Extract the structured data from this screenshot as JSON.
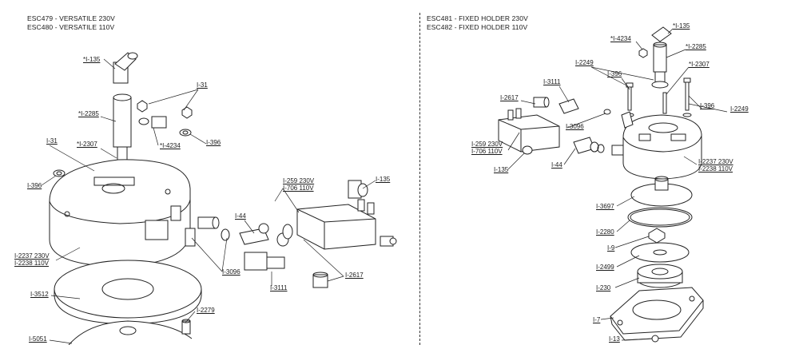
{
  "left_header": {
    "line1": "ESC479 - VERSATILE 230V",
    "line2": "ESC480 - VERSATILE 110V"
  },
  "right_header": {
    "line1": "ESC481 - FIXED HOLDER 230V",
    "line2": "ESC482 - FIXED HOLDER 110V"
  },
  "left_labels": {
    "i135_top": "*I-135",
    "i31_top": "I-31",
    "i2285": "*I-2285",
    "i4234": "*I-4234",
    "i396_right": "I-396",
    "i31_left": "I-31",
    "i2307": "*I-2307",
    "i396_left": "I-396",
    "i259_706": "I-259 230V\nI-706 110V",
    "i135_right": "I-135",
    "i44": "I-44",
    "i3096": "I-3096",
    "i3111": "I-3111",
    "i2617": "I-2617",
    "i2237_2238": "I-2237 230V\nI-2238 110V",
    "i3512": "I-3512",
    "i2279": "I-2279",
    "i5051": "I-5051"
  },
  "right_labels": {
    "i135_top": "*I-135",
    "i4234": "*I-4234",
    "i2285": "*I-2285",
    "i2249_left": "I-2249",
    "i2307": "*I-2307",
    "i396_left": "I-396",
    "i3111": "I-3111",
    "i2617": "I-2617",
    "i396_right": "I-396",
    "i2249_right": "I-2249",
    "i3096": "I-3096",
    "i259_706": "I-259 230V\nI-706 110V",
    "i135_left": "I-135",
    "i44": "I-44",
    "i2237_2238": "I-2237 230V\nI-2238 110V",
    "i3697": "I-3697",
    "i2280": "I-2280",
    "i9": "I-9",
    "i2499": "I-2499",
    "i230": "I-230",
    "i7": "I-7",
    "i13": "I-13"
  }
}
